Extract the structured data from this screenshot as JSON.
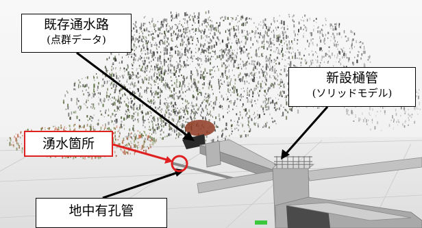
{
  "annotations": {
    "existing_channel": {
      "title": "既存通水路",
      "subtitle": "(点群データ)"
    },
    "new_sluice_pipe": {
      "title": "新設樋管",
      "subtitle": "(ソリッドモデル)"
    },
    "spring_location": {
      "title": "湧水箇所",
      "border_color": "#e02020"
    },
    "underground_perforated_pipe": {
      "title": "地中有孔管"
    }
  },
  "colors": {
    "callout_arrow": "#000000",
    "spring_highlight": "#e02020",
    "concrete": "#b8b8b8",
    "green_marker": "#3cc83c"
  }
}
